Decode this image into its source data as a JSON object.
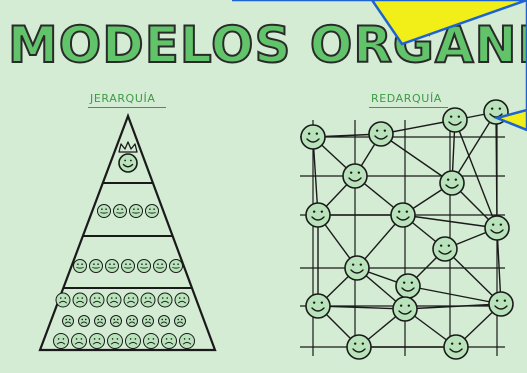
{
  "title": "MODELOS ORGANIZATIVOS",
  "left_label": "JERARQUÍA",
  "right_label": "REDARQUÍA",
  "colors": {
    "background": "#d4ebd4",
    "title_fill": "#62c46a",
    "title_outline": "#2a2a2a",
    "label": "#3d9b45",
    "ink": "#1a1a1a",
    "face": "#b9e3bb",
    "callout_fill": "#f2ee18",
    "callout_border": "#1e64d0"
  },
  "hierarchy": {
    "tiers": [
      {
        "faces": 1,
        "mood": "happy",
        "crown": true
      },
      {
        "faces": 4,
        "mood": "neutral"
      },
      {
        "faces": 7,
        "mood": "neutral"
      },
      {
        "faces": 24,
        "mood": "sad"
      }
    ]
  },
  "network": {
    "nodes": 16,
    "mood": "happy"
  }
}
